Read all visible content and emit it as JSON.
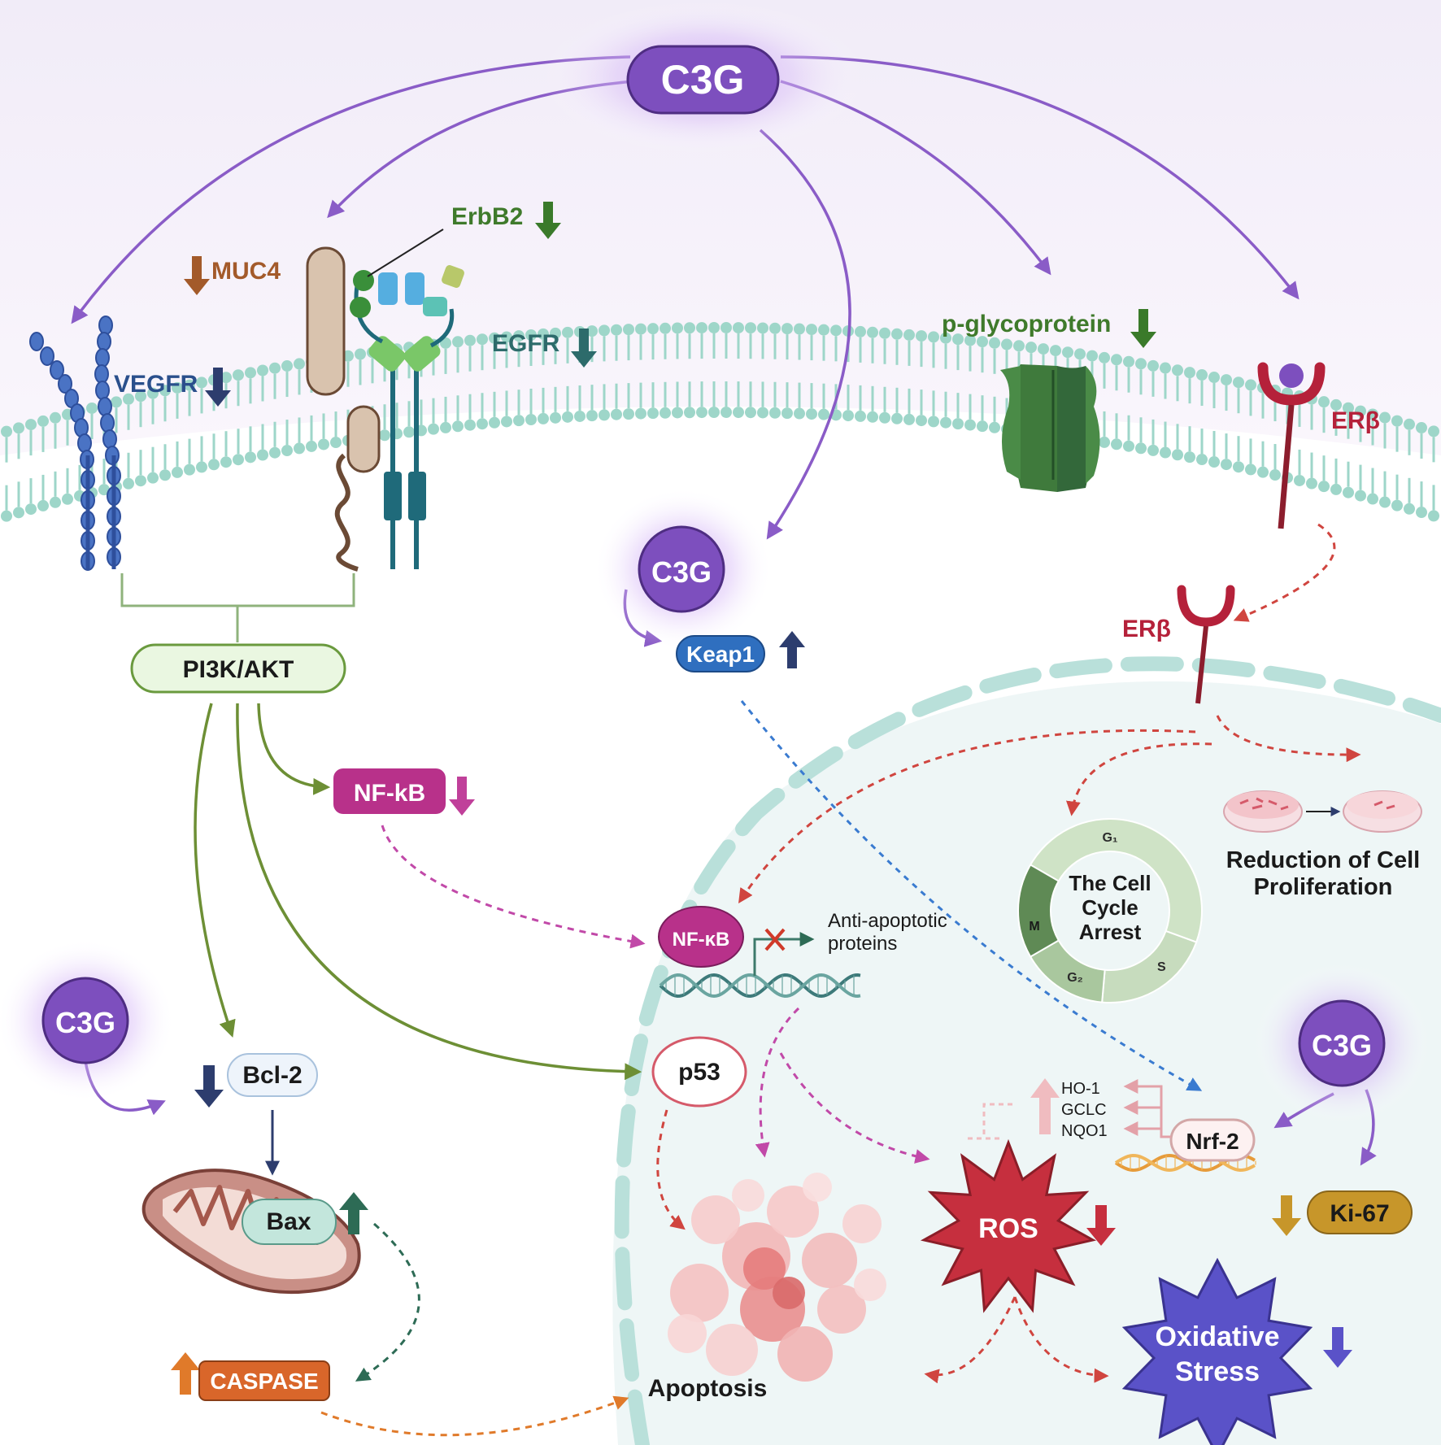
{
  "labels": {
    "c3g": "C3G",
    "erbb2": "ErbB2",
    "muc4": "MUC4",
    "egfr": "EGFR",
    "vegfr": "VEGFR",
    "pgp": "p-glycoprotein",
    "erb": "ERβ",
    "pi3k": "PI3K/AKT",
    "nfkb_upper": "NF-kB",
    "nfkb_lower": "NF-κB",
    "keap1": "Keap1",
    "anti_apoptotic": [
      "Anti-apoptotic",
      "proteins"
    ],
    "cell_cycle": [
      "The Cell",
      "Cycle",
      "Arrest"
    ],
    "phases": {
      "g1": "G₁",
      "s": "S",
      "g2": "G₂",
      "m": "M"
    },
    "reduction": [
      "Reduction of Cell",
      "Proliferation"
    ],
    "bcl2": "Bcl-2",
    "bax": "Bax",
    "caspase": "CASPASE",
    "p53": "p53",
    "apoptosis": "Apoptosis",
    "ros": "ROS",
    "oxidative": [
      "Oxidative",
      "Stress"
    ],
    "nrf2": "Nrf-2",
    "genes": [
      "HO-1",
      "GCLC",
      "NQO1"
    ],
    "ki67": "Ki-67"
  },
  "colors": {
    "purple": "#7d4fbe",
    "purple_glow": "#c89bf5",
    "membrane": "#9ed6c9",
    "pi3k_fill": "#eaf7e1",
    "pi3k_line": "#6a9a3e",
    "nfkb": "#b8318a",
    "keap1": "#2f6fbf",
    "caspase": "#d9662a",
    "ki67": "#c7962a",
    "ros": "#c62f3e",
    "oxidative": "#5a52c8",
    "erb": "#8c1d2d",
    "pgp": "#3f7a3c",
    "cycle_light": "#cfe3c6",
    "cycle_dark": "#5f8a55"
  }
}
